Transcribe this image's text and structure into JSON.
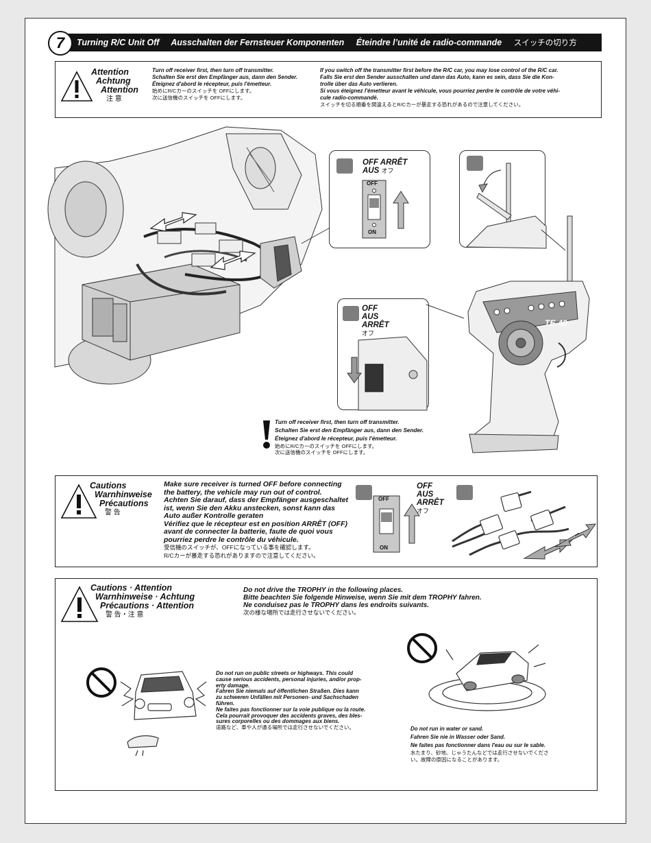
{
  "step": {
    "number": "7",
    "title_en": "Turning R/C Unit Off",
    "title_de": "Ausschalten der Fernsteuer Komponenten",
    "title_fr": "Éteindre l’unité de radio-commande",
    "title_jp": "スイッチの切り方"
  },
  "attention_box": {
    "heading": [
      "Attention",
      "Achtung",
      "Attention",
      "注 意"
    ],
    "left_lines": [
      "Turn off receiver first, then turn off transmitter.",
      "Schalten Sie erst den Empfänger aus, dann den Sender.",
      "Éteignez d'abord le récepteur, puis l'émetteur.",
      "始めにR/Cカーのスイッチを OFFにします。",
      "次に送信機のスイッチを OFFにします。"
    ],
    "right_lines": [
      "If you switch off the transmitter first before the R/C car, you may lose control of the R/C car.",
      "Falls Sie erst den Sender ausschalten und dann das Auto, kann es sein, dass Sie die Kon-",
      "trolle über das Auto verlieren.",
      "Si vous éteignez l'émetteur avant le véhicule, vous pourriez perdre le contrôle de votre véhi-",
      "cule radio-commandé.",
      "スイッチを切る順番を間違えるとR/Cカーが暴走する恐れがあるので注意してください。"
    ]
  },
  "switch_callout_1": {
    "line1": "OFF   ARRÊT",
    "line2": "AUS",
    "jp": "オフ",
    "off_tag": "OFF",
    "on_tag": "ON"
  },
  "switch_callout_2": {
    "line1": "OFF",
    "line2": "AUS",
    "line3": "ARRÊT",
    "jp": "オフ"
  },
  "transmitter_brand": "TE-40",
  "mid_note": [
    "Turn off receiver first, then turn off transmitter.",
    "Schalten Sie erst den Empfänger aus, dann den Sender.",
    "Éteignez d'abord le récepteur, puis l'émetteur.",
    "始めにR/Cカーのスイッチを OFFにします。",
    "次に送信機のスイッチを OFFにします。"
  ],
  "cautions_box": {
    "heading": [
      "Cautions",
      "Warnhinweise",
      "Précautions",
      "警 告"
    ],
    "lines": [
      "Make sure receiver is turned OFF before connecting",
      "the battery, the vehicle may run out of control.",
      "Achten Sie darauf, dass der Empfänger ausgeschaltet",
      "ist, wenn Sie den Akku anstecken, sonst kann das",
      "Auto außer Kontrolle geraten",
      "Vérifiez que le récepteur est en position ARRÊT (OFF)",
      "avant de connecter la batterie, faute de quoi vous",
      "pourriez perdre le contrôle du véhicule.",
      "受信機のスイッチが、OFFになっている事を確認します。",
      "R/Cカーが暴走する恐れがありますので注意してください。"
    ],
    "switch_labels": {
      "line1": "OFF",
      "line2": "AUS",
      "line3": "ARRÊT",
      "jp": "オフ",
      "off_tag": "OFF",
      "on_tag": "ON"
    }
  },
  "places_box": {
    "heading": [
      "Cautions · Attention",
      "Warnhinweise · Achtung",
      "Précautions · Attention",
      "警 告・注 意"
    ],
    "intro": [
      "Do not drive the TROPHY in the following places.",
      "Bitte beachten Sie folgende Hinweise, wenn Sie mit dem TROPHY fahren.",
      "Ne conduisez pas le TROPHY dans les endroits suivants.",
      "次の様な場所では走行させないでください。"
    ],
    "streets": [
      "Do not run on public streets or highways. This could",
      "cause serious accidents, personal injuries, and/or prop-",
      "erty damage.",
      "Fahren Sie niemals auf öffentlichen Straßen. Dies kann",
      "zu schweren Unfällen mit Personen- und Sachschaden",
      "führen.",
      "Ne faites pas fonctionner sur la voie publique ou la route.",
      "Cela pourrait provoquer des accidents graves, des bles-",
      "sures corporelles ou des dommages aux biens.",
      "道路など、車や人が通る場所では走行させないでください。"
    ],
    "water": [
      "Do not run in water or sand.",
      "Fahren Sie nie in Wasser oder Sand.",
      "Ne faites pas fonctionner dans l'eau ou sur le sable.",
      "水たまり、砂地、じゃうたんなどでは走行させないでくださ",
      "い。故障の原因になることがあります。"
    ]
  }
}
